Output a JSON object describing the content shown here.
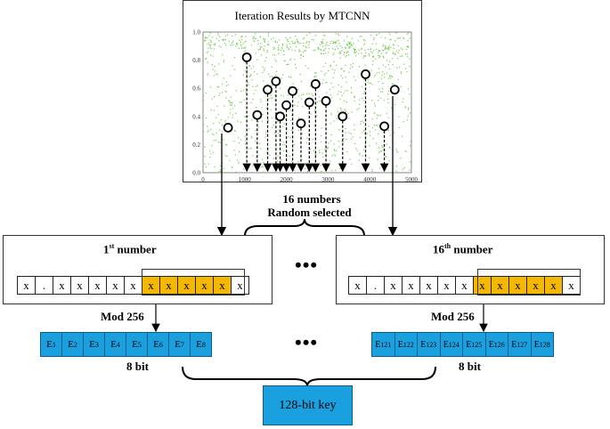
{
  "plot": {
    "title": "Iteration Results by MTCNN",
    "x_ticks": [
      "0",
      "1000",
      "2000",
      "3000",
      "4000",
      "5000"
    ],
    "y_ticks": [
      "0.0",
      "0.2",
      "0.4",
      "0.6",
      "0.8",
      "1.0"
    ],
    "series_color": "#7ccf5a"
  },
  "chart_data": {
    "type": "scatter",
    "title": "Iteration Results by MTCNN",
    "xlim": [
      0,
      5000
    ],
    "ylim": [
      0,
      1
    ],
    "selected_points": [
      {
        "x": 600,
        "y": 0.32
      },
      {
        "x": 1050,
        "y": 0.82
      },
      {
        "x": 1300,
        "y": 0.41
      },
      {
        "x": 1550,
        "y": 0.59
      },
      {
        "x": 1750,
        "y": 0.65
      },
      {
        "x": 1850,
        "y": 0.4
      },
      {
        "x": 2000,
        "y": 0.48
      },
      {
        "x": 2150,
        "y": 0.58
      },
      {
        "x": 2350,
        "y": 0.35
      },
      {
        "x": 2550,
        "y": 0.5
      },
      {
        "x": 2700,
        "y": 0.63
      },
      {
        "x": 2950,
        "y": 0.51
      },
      {
        "x": 3350,
        "y": 0.4
      },
      {
        "x": 3900,
        "y": 0.7
      },
      {
        "x": 4350,
        "y": 0.33
      },
      {
        "x": 4600,
        "y": 0.59
      }
    ]
  },
  "labels": {
    "count": "16 numbers",
    "selection": "Random selected",
    "first_label": "number",
    "first_sup": "st",
    "first_num": "1",
    "last_num": "16",
    "last_sup": "th",
    "last_label": "number",
    "mod": "Mod 256",
    "bits": "8 bit",
    "ellipsis": "•••",
    "key": "128-bit key"
  },
  "digits": [
    "x",
    ".",
    "x",
    "x",
    "x",
    "x",
    "x",
    "x",
    "x",
    "x",
    "x",
    "x",
    "x"
  ],
  "e_left": [
    {
      "base": "E",
      "sub": "1"
    },
    {
      "base": "E",
      "sub": "2"
    },
    {
      "base": "E",
      "sub": "3"
    },
    {
      "base": "E",
      "sub": "4"
    },
    {
      "base": "E",
      "sub": "5"
    },
    {
      "base": "E",
      "sub": "6"
    },
    {
      "base": "E",
      "sub": "7"
    },
    {
      "base": "E",
      "sub": "8"
    }
  ],
  "e_right": [
    {
      "base": "E",
      "sub": "121"
    },
    {
      "base": "E",
      "sub": "122"
    },
    {
      "base": "E",
      "sub": "123"
    },
    {
      "base": "E",
      "sub": "124"
    },
    {
      "base": "E",
      "sub": "125"
    },
    {
      "base": "E",
      "sub": "126"
    },
    {
      "base": "E",
      "sub": "127"
    },
    {
      "base": "E",
      "sub": "128"
    }
  ],
  "colors": {
    "highlight": "#f5b800",
    "block": "#1aa0df"
  }
}
